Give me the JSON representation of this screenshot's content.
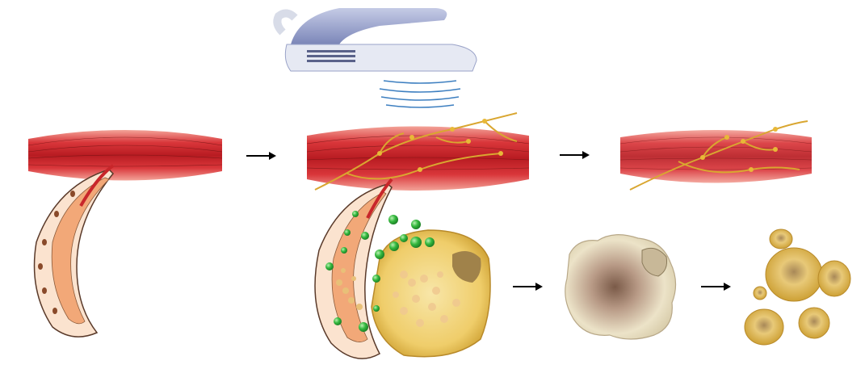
{
  "diagram": {
    "stages": [
      {
        "id": "stage-1",
        "parts": [
          "muscle",
          "nerve-vessel"
        ]
      },
      {
        "id": "stage-2",
        "parts": [
          "device",
          "muscle",
          "nerve-branches",
          "nerve-vessel",
          "green-particles",
          "fat-cell"
        ]
      },
      {
        "id": "stage-3",
        "parts": [
          "muscle",
          "nerve-branches",
          "shrunken-fat-cell"
        ]
      },
      {
        "id": "stage-4",
        "parts": [
          "small-fat-cells"
        ]
      }
    ],
    "arrows": 4,
    "colors": {
      "muscle": "#c8262a",
      "muscle_light": "#f08a7a",
      "nerve": "#e0b23a",
      "vessel_outer": "#fbe3cf",
      "vessel_inner": "#f2a878",
      "fat_cell": "#f2d277",
      "fat_cell_edge": "#c99a2a",
      "particle": "#2fae3c",
      "device_body": "#9aa3c8",
      "device_front": "#e6e9f3",
      "waves": "#3d7fc0"
    }
  }
}
